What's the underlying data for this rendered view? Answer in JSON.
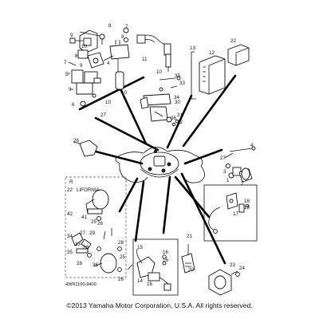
{
  "callouts": {
    "c1": "1",
    "c2": "2",
    "c3": "3",
    "c4": "4",
    "c5": "5",
    "c6": "6",
    "c7": "7",
    "c8": "8",
    "c9": "9",
    "c10": "10",
    "c11": "11",
    "c12": "12",
    "c13": "13",
    "c14": "14",
    "c15": "15",
    "c16": "16",
    "c17": "17",
    "c18": "18",
    "c19": "19",
    "c20": "20",
    "c21": "21",
    "c22": "22",
    "c23": "23",
    "c24": "24",
    "c25": "25",
    "c26": "26",
    "c27": "27",
    "c28": "28",
    "c29": "29",
    "c30": "30",
    "c31": "31",
    "c32": "32",
    "c33": "33",
    "c34": "34",
    "c35": "35",
    "c36": "36",
    "c41": "41",
    "c42": "42"
  },
  "california_box": {
    "letter": "R",
    "label": "LIFORNIA"
  },
  "drawing_code": "4WN1100-9400",
  "copyright": "©2013 Yamaha Motor Corporation, U.S.A. All rights reserved."
}
